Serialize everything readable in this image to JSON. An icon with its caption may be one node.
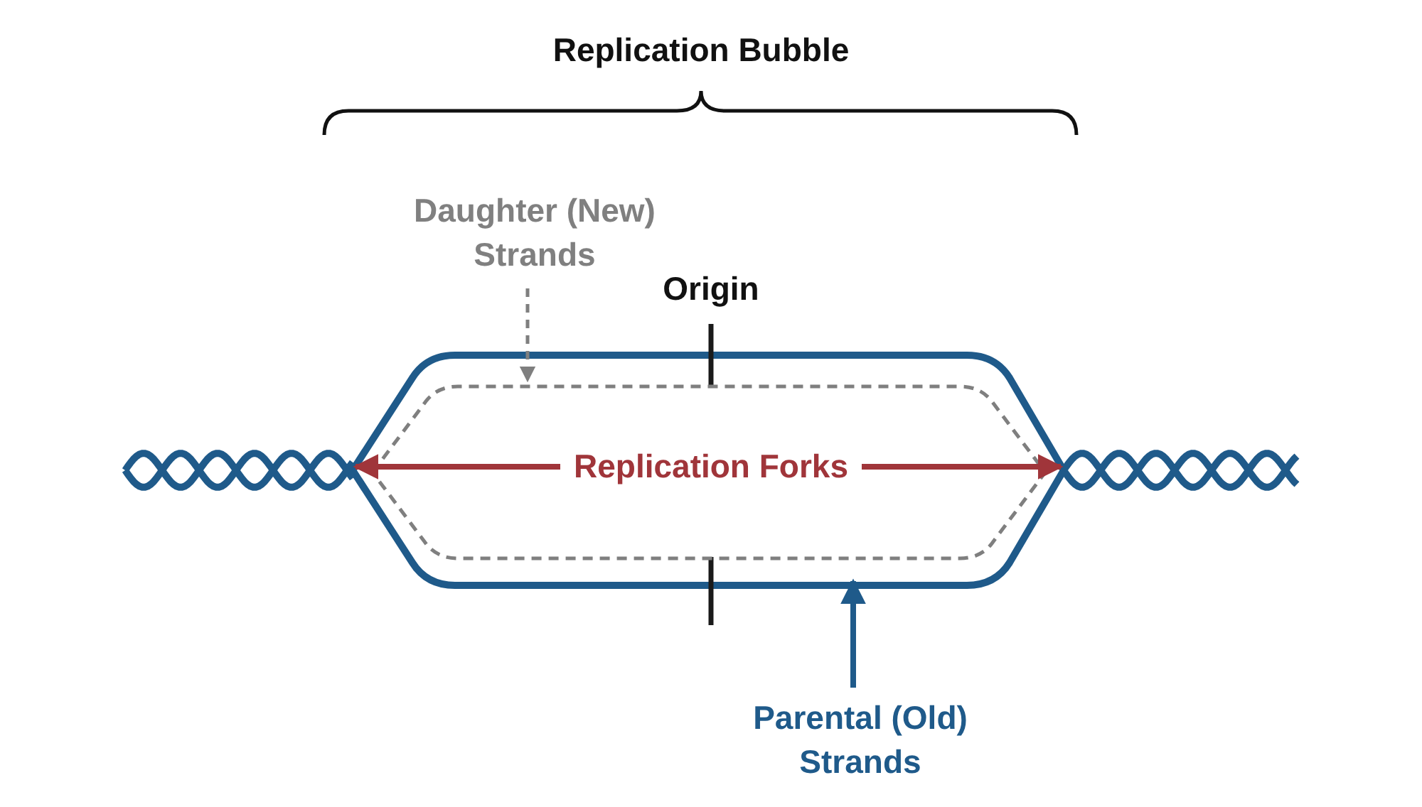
{
  "diagram": {
    "nodes": [
      {
        "text": [
          "Daughter (New) Strands"
        ]
      },
      {
        "text": [
          "Parental (Old) Strands"
        ]
      },
      {
        "text": [
          "Replication Forks"
        ],
        "in": 3
      },
      {
        "text": [],
        "shape": "hexagon",
        "in": 4
      },
      {
        "text": [],
        "shape": "picture"
      }
    ],
    "edges": [
      {
        "from": 0,
        "to": 3,
        "arrow": "to",
        "style": "dashed",
        "color": "#7f7f7f"
      },
      {
        "from": 1,
        "to": 4,
        "arrow": "to",
        "color": "#1f5a8a"
      },
      {
        "from": 2,
        "to": null,
        "arrow": "to",
        "color": "#a0353a"
      },
      {
        "from": 2,
        "to": null,
        "arrow": "to",
        "color": "#a0353a"
      }
    ],
    "labels": [
      "Replication Bubble",
      "Origin"
    ]
  }
}
